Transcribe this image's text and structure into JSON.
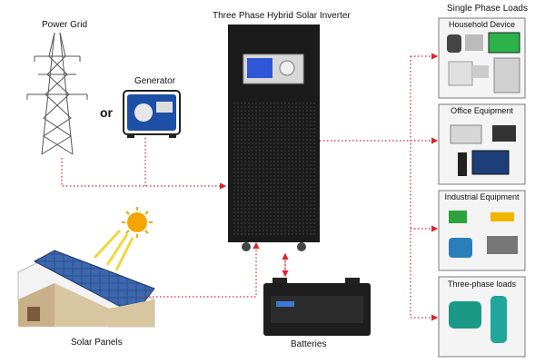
{
  "labels": {
    "power_grid": "Power Grid",
    "generator": "Generator",
    "or": "or",
    "inverter": "Three Phase Hybrid Solar Inverter",
    "single_phase_loads": "Single Phase Loads",
    "solar_panels": "Solar Panels",
    "batteries": "Batteries"
  },
  "load_groups": [
    {
      "title": "Household Device"
    },
    {
      "title": "Office Equipment"
    },
    {
      "title": "Industrial Equipment"
    },
    {
      "title": "Three-phase loads"
    }
  ],
  "colors": {
    "connector": "#d9262b",
    "cabinet": "#1b1b1b",
    "box_border": "#7a7a7a",
    "box_fill": "#f4f4f4",
    "sun": "#f5a400",
    "panel_blue": "#2b4f8a"
  }
}
